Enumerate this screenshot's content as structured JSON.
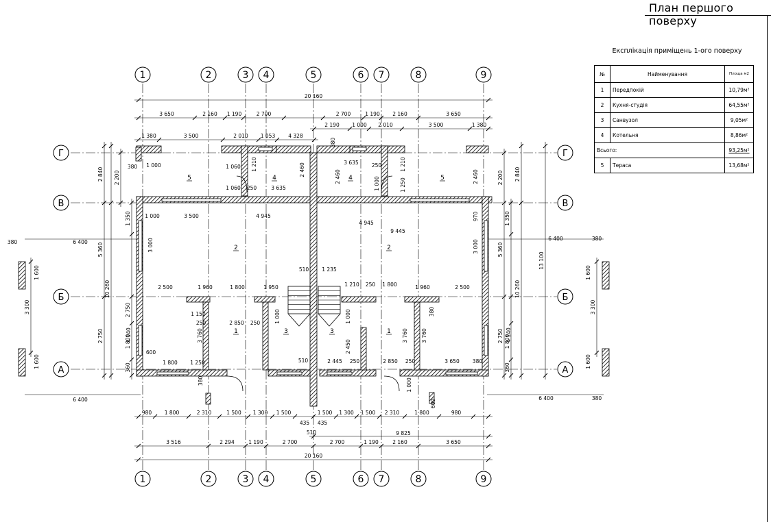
{
  "title": "План першого поверху",
  "axes": {
    "numbered": [
      "1",
      "2",
      "3",
      "4",
      "5",
      "6",
      "7",
      "8",
      "9"
    ],
    "lettered": [
      "Г",
      "В",
      "Б",
      "А"
    ]
  },
  "dimensions": {
    "top_overall": "20 160",
    "top_row": [
      "3 650",
      "2 160",
      "1 190",
      "2 700",
      "2 700",
      "1 190",
      "2 160",
      "3 650"
    ],
    "top_inner_left": [
      "1 380",
      "3 500",
      "2 010",
      "1 053",
      "4 328"
    ],
    "top_inner_right": [
      "2 190",
      "1 000",
      "2 010",
      "3 500",
      "1 380"
    ],
    "bottom_overall": "20 160",
    "bottom_row": [
      "3 516",
      "2 294",
      "1 190",
      "2 700",
      "2 700",
      "1 190",
      "2 160",
      "3 650"
    ],
    "bottom_inner": [
      "980",
      "1 800",
      "2 310",
      "1 500",
      "1 300",
      "1 500",
      "1 500",
      "1 300",
      "1 500",
      "2 310",
      "1 800",
      "980"
    ],
    "bottom_mid": [
      "435",
      "435",
      "510",
      "9 825"
    ],
    "left_side": [
      "2 840",
      "2 200",
      "5 360",
      "10 260",
      "2 750",
      "4 140",
      "1 800",
      "360",
      "1 350",
      "380",
      "6 400",
      "3 300",
      "1 600",
      "1 600"
    ],
    "right_side": [
      "2 840",
      "2 200",
      "5 360",
      "10 260",
      "13 100",
      "6 400",
      "380",
      "2 750",
      "4 140",
      "1 800",
      "360",
      "1 350",
      "3 300",
      "1 600",
      "1 600",
      "380",
      "6 400"
    ],
    "interior": [
      "1 000",
      "3 500",
      "4 945",
      "4 945",
      "9 445",
      "1 060",
      "1 060",
      "250",
      "3 635",
      "3 635",
      "1 210",
      "250",
      "1 210",
      "1 250",
      "1 000",
      "2 460",
      "2 460",
      "2 460",
      "380",
      "380",
      "1 000",
      "970",
      "3 000",
      "3 000",
      "2 500",
      "1 960",
      "1 800",
      "1 950",
      "1 235",
      "1 210",
      "250",
      "1 800",
      "1 960",
      "2 500",
      "510",
      "510",
      "2 850",
      "250",
      "1 150",
      "250",
      "3 760",
      "3 760",
      "3 760",
      "1 000",
      "1 000",
      "2 450",
      "600",
      "1 800",
      "1 250",
      "2 445",
      "250",
      "2 850",
      "250",
      "3 650",
      "380",
      "380",
      "380",
      "1 000",
      "600"
    ]
  },
  "room_labels": [
    "5",
    "4",
    "4",
    "5",
    "2",
    "2",
    "1",
    "3",
    "3",
    "1"
  ],
  "explication": {
    "title": "Експлікація приміщень 1-ого поверху",
    "headers": [
      "№",
      "Найменування",
      "Площа м2"
    ],
    "rows": [
      {
        "num": "1",
        "name": "Передпокій",
        "area": "10,79м²"
      },
      {
        "num": "2",
        "name": "Кухня-студія",
        "area": "64,55м²"
      },
      {
        "num": "3",
        "name": "Санвузол",
        "area": "9,05м²"
      },
      {
        "num": "4",
        "name": "Котельня",
        "area": "8,86м²"
      }
    ],
    "total": {
      "name": "Всього:",
      "area": "93,25м²"
    },
    "extra": {
      "num": "5",
      "name": "Тераса",
      "area": "13,68м²"
    }
  }
}
